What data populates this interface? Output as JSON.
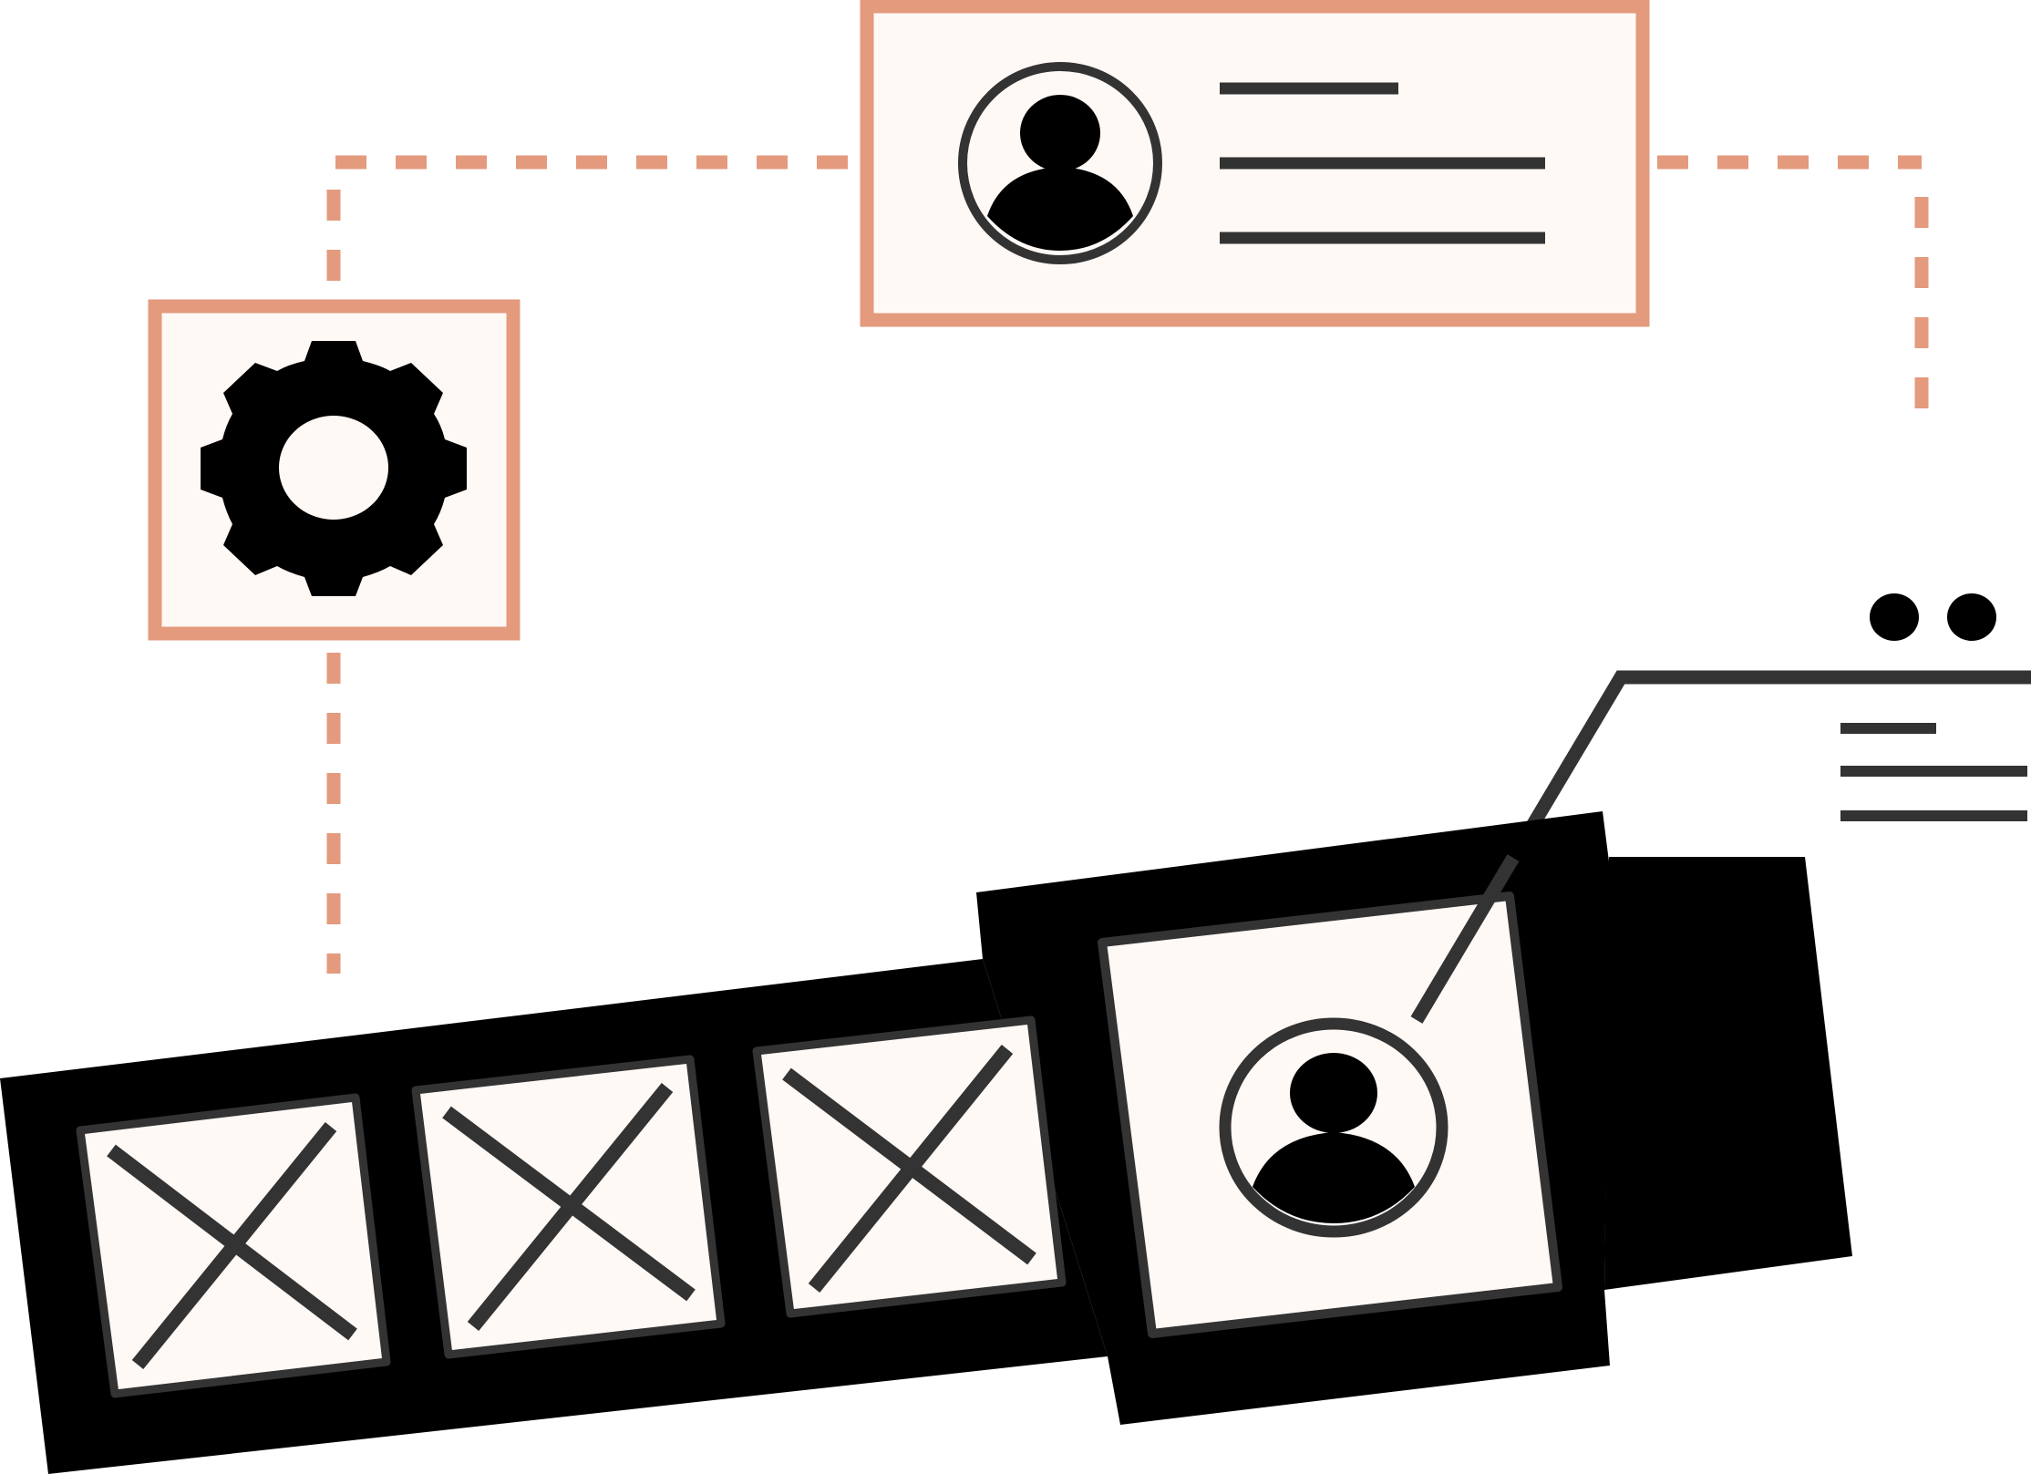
{
  "illustration": {
    "colors": {
      "accent": "#E39A7D",
      "ink": "#333333",
      "black": "#000000",
      "card": "#FFF9F6",
      "background": "#FFFFFF"
    },
    "icons": [
      "gear-icon",
      "user-icon",
      "placeholder-image-icon",
      "more-options-icon"
    ],
    "profile_card": {
      "text_lines": 3
    },
    "image_strip": {
      "placeholder_count": 3,
      "selected_item": "user-icon"
    },
    "detail_panel": {
      "text_lines": 3
    }
  }
}
